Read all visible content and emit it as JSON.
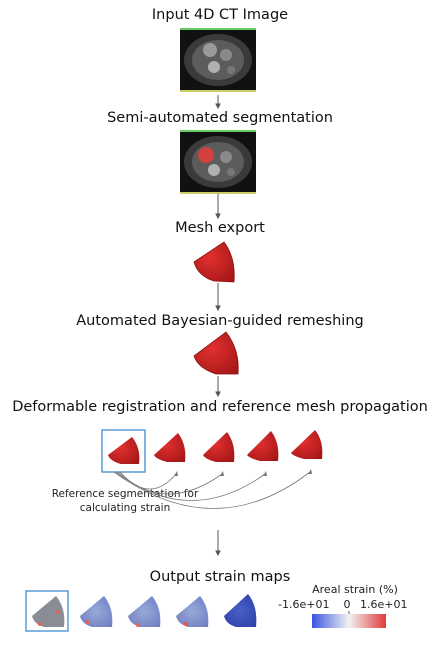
{
  "steps": {
    "input": "Input 4D CT Image",
    "segmentation": "Semi-automated segmentation",
    "mesh_export": "Mesh export",
    "remeshing": "Automated Bayesian-guided remeshing",
    "registration": "Deformable registration and reference mesh propagation",
    "output": "Output strain maps"
  },
  "reference_note_line1": "Reference segmentation for",
  "reference_note_line2": "calculating strain",
  "colorbar": {
    "title": "Areal strain (%)",
    "min_label": "-1.6e+01",
    "mid_label": "0",
    "max_label": "1.6e+01",
    "colors": [
      "#3a55e0",
      "#f2f2f2",
      "#e03a3a"
    ]
  },
  "colors": {
    "mesh_red": "#cc1f1f",
    "highlight_box": "#3f8fd0",
    "arrow": "#555555"
  }
}
